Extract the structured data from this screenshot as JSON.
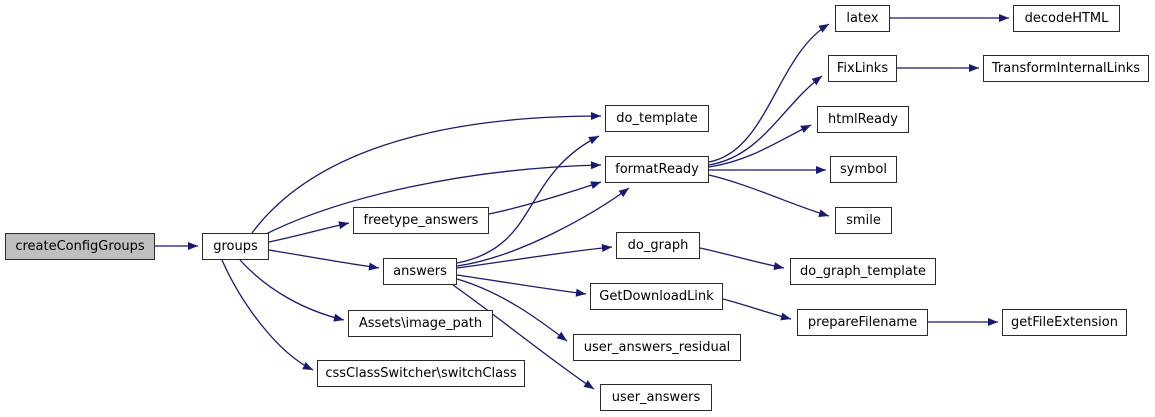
{
  "diagram": {
    "type": "call-graph",
    "colors": {
      "edge": "#191970",
      "node_border": "#2b2b2b",
      "node_fill": "#ffffff",
      "highlight_fill": "#bfbfbf",
      "background": "#ffffff"
    },
    "nodes": {
      "create_config_groups": {
        "label": "createConfigGroups",
        "highlighted": true
      },
      "groups": {
        "label": "groups"
      },
      "freetype_answers": {
        "label": "freetype_answers"
      },
      "answers": {
        "label": "answers"
      },
      "assets_image_path": {
        "label": "Assets\\image_path"
      },
      "css_class_switcher": {
        "label": "cssClassSwitcher\\switchClass"
      },
      "do_template": {
        "label": "do_template"
      },
      "format_ready": {
        "label": "formatReady"
      },
      "do_graph": {
        "label": "do_graph"
      },
      "get_download_link": {
        "label": "GetDownloadLink"
      },
      "user_answers_residual": {
        "label": "user_answers_residual"
      },
      "user_answers": {
        "label": "user_answers"
      },
      "latex": {
        "label": "latex"
      },
      "fix_links": {
        "label": "FixLinks"
      },
      "html_ready": {
        "label": "htmlReady"
      },
      "symbol": {
        "label": "symbol"
      },
      "smile": {
        "label": "smile"
      },
      "do_graph_template": {
        "label": "do_graph_template"
      },
      "prepare_filename": {
        "label": "prepareFilename"
      },
      "decode_html": {
        "label": "decodeHTML"
      },
      "transform_internal_links": {
        "label": "TransformInternalLinks"
      },
      "get_file_extension": {
        "label": "getFileExtension"
      }
    },
    "edges": [
      {
        "from": "create_config_groups",
        "to": "groups"
      },
      {
        "from": "groups",
        "to": "do_template"
      },
      {
        "from": "groups",
        "to": "format_ready"
      },
      {
        "from": "groups",
        "to": "freetype_answers"
      },
      {
        "from": "groups",
        "to": "answers"
      },
      {
        "from": "groups",
        "to": "assets_image_path"
      },
      {
        "from": "groups",
        "to": "css_class_switcher"
      },
      {
        "from": "freetype_answers",
        "to": "format_ready"
      },
      {
        "from": "answers",
        "to": "do_template"
      },
      {
        "from": "answers",
        "to": "format_ready"
      },
      {
        "from": "answers",
        "to": "do_graph"
      },
      {
        "from": "answers",
        "to": "get_download_link"
      },
      {
        "from": "answers",
        "to": "user_answers_residual"
      },
      {
        "from": "answers",
        "to": "user_answers"
      },
      {
        "from": "format_ready",
        "to": "latex"
      },
      {
        "from": "format_ready",
        "to": "fix_links"
      },
      {
        "from": "format_ready",
        "to": "html_ready"
      },
      {
        "from": "format_ready",
        "to": "symbol"
      },
      {
        "from": "format_ready",
        "to": "smile"
      },
      {
        "from": "latex",
        "to": "decode_html"
      },
      {
        "from": "fix_links",
        "to": "transform_internal_links"
      },
      {
        "from": "do_graph",
        "to": "do_graph_template"
      },
      {
        "from": "get_download_link",
        "to": "prepare_filename"
      },
      {
        "from": "prepare_filename",
        "to": "get_file_extension"
      }
    ]
  }
}
